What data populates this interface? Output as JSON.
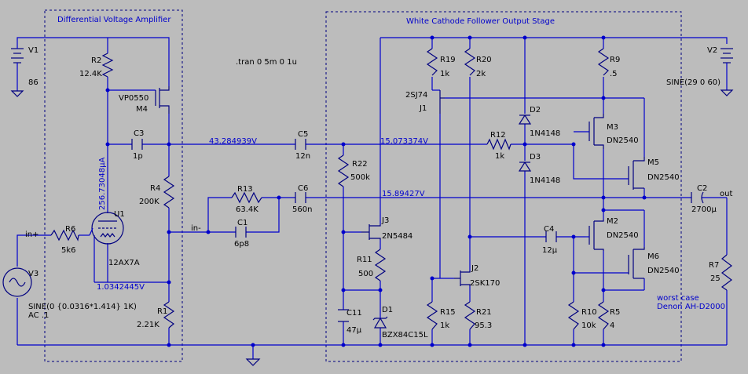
{
  "sections": {
    "left": "Differential Voltage Amplifier",
    "right": "White Cathode Follower Output Stage"
  },
  "directive": ".tran 0 5m 0 1u",
  "sources": {
    "v1": {
      "name": "V1",
      "value": "86"
    },
    "v2": {
      "name": "V2",
      "value": "SINE(29 0 60)"
    },
    "v3": {
      "name": "V3",
      "value1": "SINE(0 {0.0316*1.414} 1K)",
      "value2": "AC .1"
    }
  },
  "nodes": {
    "in_plus": "in+",
    "in_minus": "in-",
    "out": "out"
  },
  "net_voltages": {
    "n1": "43.284939V",
    "n2": "15.073374V",
    "n3": "15.89427V",
    "n4": "1.0342445V",
    "n5": "256.73048µA"
  },
  "components": {
    "R1": {
      "name": "R1",
      "value": "2.21K"
    },
    "R2": {
      "name": "R2",
      "value": "12.4K"
    },
    "R4": {
      "name": "R4",
      "value": "200K"
    },
    "R5": {
      "name": "R5",
      "value": "4"
    },
    "R6": {
      "name": "R6",
      "value": "5k6"
    },
    "R7": {
      "name": "R7",
      "value": "25"
    },
    "R9": {
      "name": "R9",
      "value": ".5"
    },
    "R10": {
      "name": "R10",
      "value": "10k"
    },
    "R11": {
      "name": "R11",
      "value": "500"
    },
    "R12": {
      "name": "R12",
      "value": "1k"
    },
    "R13": {
      "name": "R13",
      "value": "63.4K"
    },
    "R15": {
      "name": "R15",
      "value": "1k"
    },
    "R19": {
      "name": "R19",
      "value": "1k"
    },
    "R20": {
      "name": "R20",
      "value": "2k"
    },
    "R21": {
      "name": "R21",
      "value": "95.3"
    },
    "R22": {
      "name": "R22",
      "value": "500k"
    },
    "C1": {
      "name": "C1",
      "value": "6p8"
    },
    "C2": {
      "name": "C2",
      "value": "2700µ"
    },
    "C3": {
      "name": "C3",
      "value": "1p"
    },
    "C4": {
      "name": "C4",
      "value": "12µ"
    },
    "C5": {
      "name": "C5",
      "value": "12n"
    },
    "C6": {
      "name": "C6",
      "value": "560n"
    },
    "C11": {
      "name": "C11",
      "value": "47µ"
    },
    "D1": {
      "name": "D1",
      "value": "BZX84C15L"
    },
    "D2": {
      "name": "D2",
      "value": "1N4148"
    },
    "D3": {
      "name": "D3",
      "value": "1N4148"
    },
    "J1": {
      "name": "J1",
      "value": "2SJ74"
    },
    "J2": {
      "name": "J2",
      "value": "2SK170"
    },
    "J3": {
      "name": "J3",
      "value": "2N5484"
    },
    "M2": {
      "name": "M2",
      "value": "DN2540"
    },
    "M3": {
      "name": "M3",
      "value": "DN2540"
    },
    "M4": {
      "name": "M4",
      "value": "VP0550"
    },
    "M5": {
      "name": "M5",
      "value": "DN2540"
    },
    "M6": {
      "name": "M6",
      "value": "DN2540"
    },
    "U1": {
      "name": "U1",
      "value": "12AX7A"
    }
  },
  "note": {
    "line1": "worst case",
    "line2": "Denon AH-D2000"
  }
}
